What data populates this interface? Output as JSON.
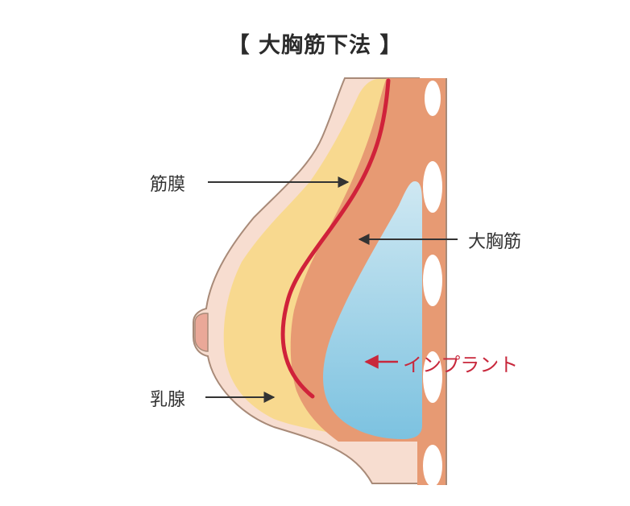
{
  "title": "【 大胸筋下法 】",
  "labels": {
    "fascia": "筋膜",
    "pectoralis_major": "大胸筋",
    "implant": "インプラント",
    "mammary_gland": "乳腺"
  },
  "colors": {
    "skin": "#f7ddd0",
    "skin_outline": "#a88a78",
    "nipple": "#eaa898",
    "gland": "#f8d98f",
    "muscle": "#e79a73",
    "fascia_line": "#d0223a",
    "implant_top": "#cfe8f2",
    "implant_bottom": "#7cc2e0",
    "rib_band": "#e79a73",
    "rib": "#ffffff",
    "arrow": "#333333",
    "implant_arrow": "#c8283c"
  }
}
